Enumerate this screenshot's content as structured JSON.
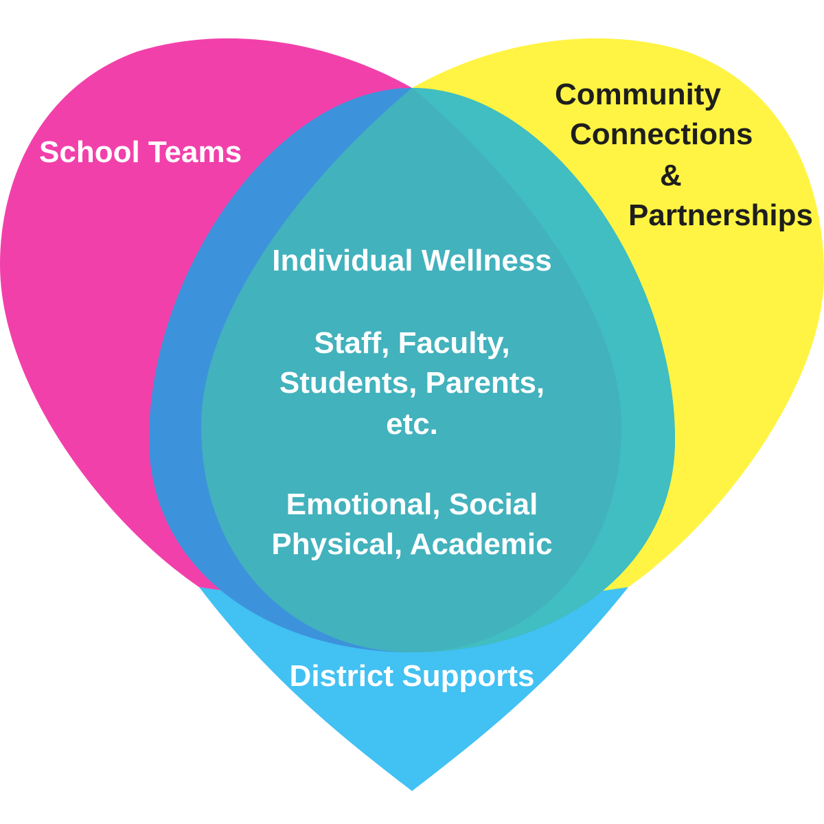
{
  "colors": {
    "school_teams": "#F240AB",
    "community": "#FFF443",
    "district": "#42C1F3",
    "overlap_left": "#3D93DB",
    "overlap_right": "#40BEC1",
    "center": "#42B2BD"
  },
  "labels": {
    "school_teams": "School Teams",
    "community": [
      "Community",
      "Connections",
      "&",
      "Partnerships"
    ],
    "center_title": "Individual Wellness",
    "center_who": [
      "Staff, Faculty,",
      "Students, Parents,",
      "etc."
    ],
    "center_dims": [
      "Emotional, Social",
      "Physical, Academic"
    ],
    "district": "District Supports"
  }
}
